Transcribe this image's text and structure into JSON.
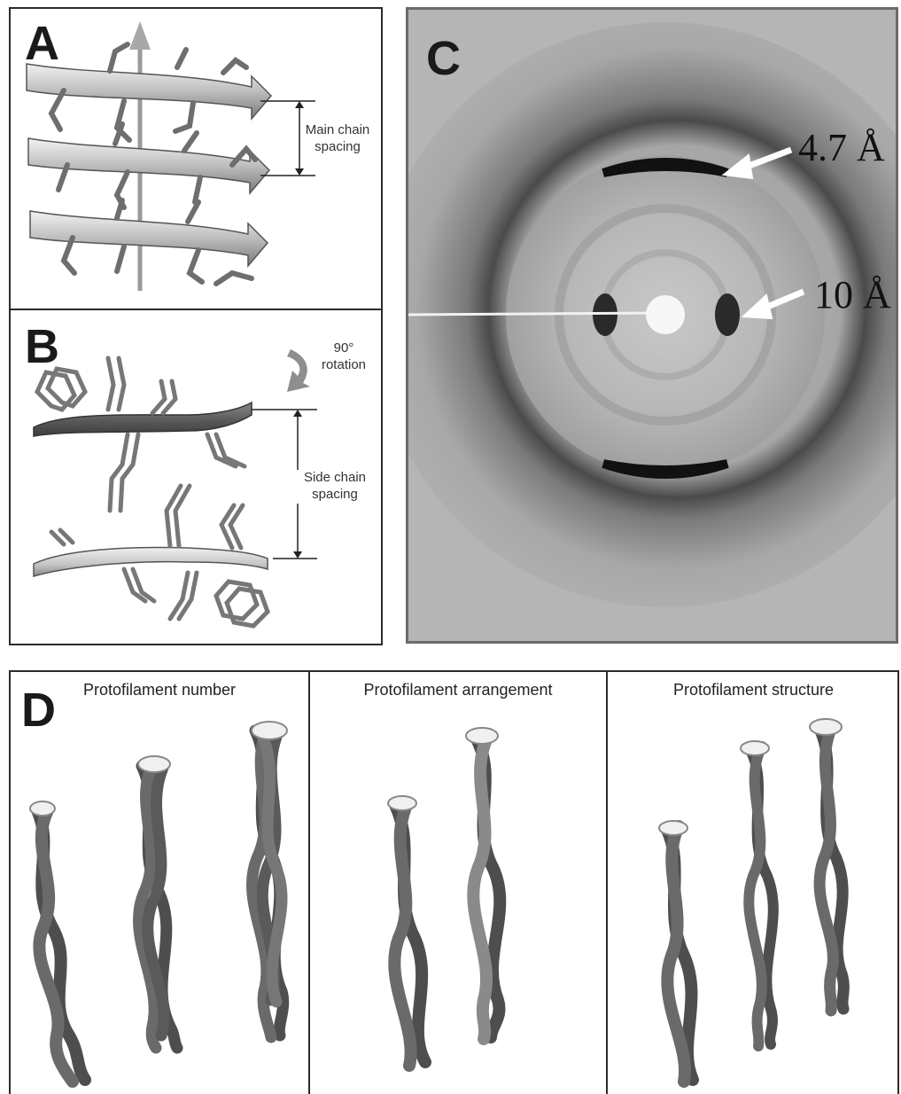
{
  "panels": {
    "a": {
      "letter": "A",
      "annotation": [
        "Main chain",
        "spacing"
      ]
    },
    "b": {
      "letter": "B",
      "rotation": [
        "90°",
        "rotation"
      ],
      "annotation": [
        "Side chain",
        "spacing"
      ]
    },
    "c": {
      "letter": "C",
      "peak_outer": "4.7 Å",
      "peak_inner": "10 Å"
    },
    "d": {
      "letter": "D",
      "columns": [
        {
          "title": "Protofilament number"
        },
        {
          "title": "Protofilament arrangement"
        },
        {
          "title": "Protofilament structure"
        }
      ]
    }
  }
}
